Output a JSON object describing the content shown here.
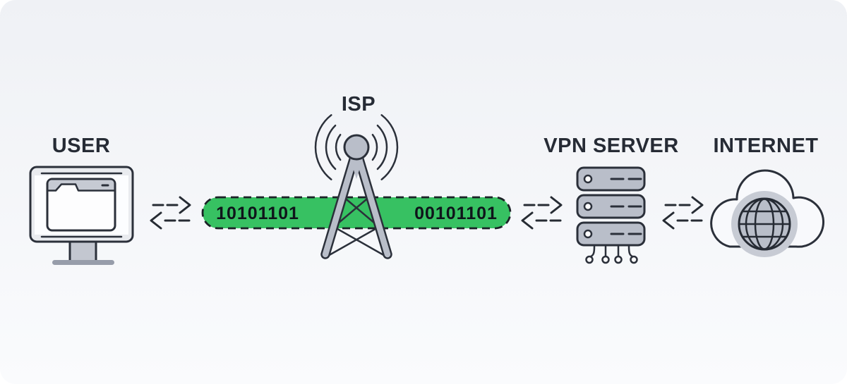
{
  "diagram": {
    "type": "vpn-data-flow",
    "nodes": {
      "user": {
        "label": "USER",
        "icon": "desktop-computer-icon"
      },
      "isp": {
        "label": "ISP",
        "icon": "radio-tower-icon"
      },
      "vpn_server": {
        "label": "VPN SERVER",
        "icon": "server-stack-icon"
      },
      "internet": {
        "label": "INTERNET",
        "icon": "globe-in-cloud-icon"
      }
    },
    "tunnel": {
      "style": "green-pill-dashed-border",
      "binary_left": "10101101",
      "binary_right": "00101101"
    },
    "connections": [
      {
        "from": "user",
        "to": "encrypted-tunnel",
        "type": "bidirectional-dashed-arrows"
      },
      {
        "from": "encrypted-tunnel",
        "to": "vpn_server",
        "type": "bidirectional-dashed-arrows"
      },
      {
        "from": "vpn_server",
        "to": "internet",
        "type": "bidirectional-dashed-arrows"
      }
    ],
    "colors": {
      "background_top": "#eff1f5",
      "background_bottom": "#fafbfd",
      "outline": "#2b303a",
      "icon_gray_fill": "#b9bec9",
      "icon_light_fill": "#e9ebef",
      "label_text": "#262b35",
      "binary_text": "#0f141a",
      "tunnel_green": "#37c162",
      "globe_halo": "#c7cbd4",
      "screen_white": "#fcfdff"
    }
  }
}
